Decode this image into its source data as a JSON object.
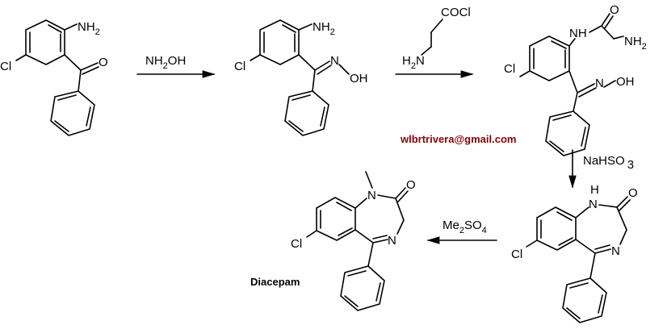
{
  "reagents": {
    "step1": {
      "main": "NH",
      "sub": "2",
      "tail": "OH"
    },
    "step2": {
      "acyl": "COCl",
      "amine_main": "H",
      "amine_sub": "2",
      "amine_tail": "N"
    },
    "step3": {
      "main": "NaHSO",
      "sub": "3"
    },
    "step4": {
      "main": "Me",
      "sub": "2",
      "mid": "SO",
      "sub2": "4"
    }
  },
  "atoms": {
    "cl": "Cl",
    "nh": "NH",
    "n": "N",
    "h": "H",
    "o": "O",
    "oh": "OH",
    "h2": "2"
  },
  "email": "wlbrtrivera@gmail.com",
  "product_name": "Diacepam"
}
